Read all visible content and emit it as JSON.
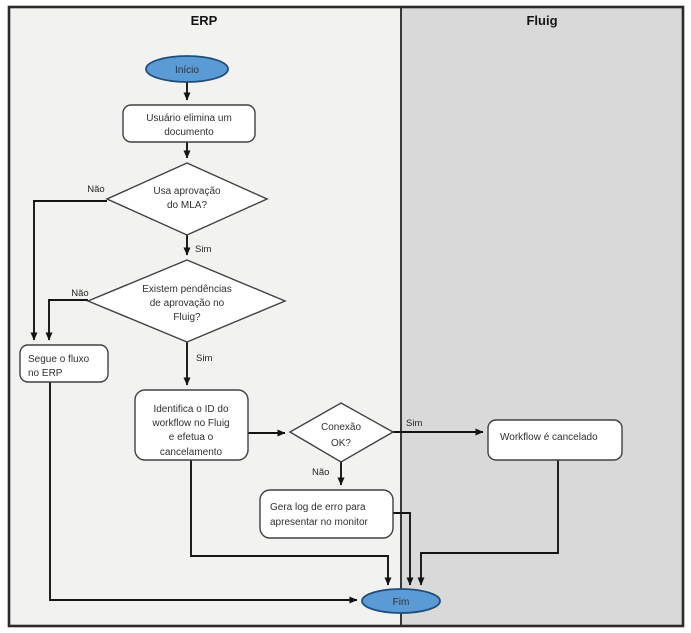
{
  "lanes": [
    {
      "label": "ERP",
      "bg": "#f2f2f1"
    },
    {
      "label": "Fluig",
      "bg": "#d9d9d9"
    }
  ],
  "colors": {
    "terminal_fill": "#5b9bd5",
    "terminal_stroke": "#1f4e79",
    "shape_fill": "#ffffff",
    "shape_stroke": "#404040",
    "connector": "#141414"
  },
  "nodes": {
    "inicio": {
      "label": "Início"
    },
    "usuario_elimina": {
      "lines": [
        "Usuário elimina um",
        "documento"
      ]
    },
    "usa_aprovacao": {
      "lines": [
        "Usa aprovação",
        "do MLA?"
      ]
    },
    "existem_pendencias": {
      "lines": [
        "Existem pendências",
        "de aprovação no",
        "Fluig?"
      ]
    },
    "segue_fluxo": {
      "lines": [
        "Segue o fluxo",
        "no ERP"
      ]
    },
    "identifica_id": {
      "lines": [
        "Identifica o ID do",
        "workflow no Fluig",
        "e efetua o",
        "cancelamento"
      ]
    },
    "conexao_ok": {
      "lines": [
        "Conexão",
        "OK?"
      ]
    },
    "workflow_cancelado": {
      "label": "Workflow é cancelado"
    },
    "gera_log": {
      "lines": [
        "Gera log de erro para",
        "apresentar no monitor"
      ]
    },
    "fim": {
      "label": "Fim"
    }
  },
  "edge_labels": {
    "usa_aprovacao_nao": "Não",
    "usa_aprovacao_sim": "Sim",
    "pendencias_nao": "Não",
    "pendencias_sim": "Sim",
    "conexao_sim": "Sim",
    "conexao_nao": "Não"
  }
}
